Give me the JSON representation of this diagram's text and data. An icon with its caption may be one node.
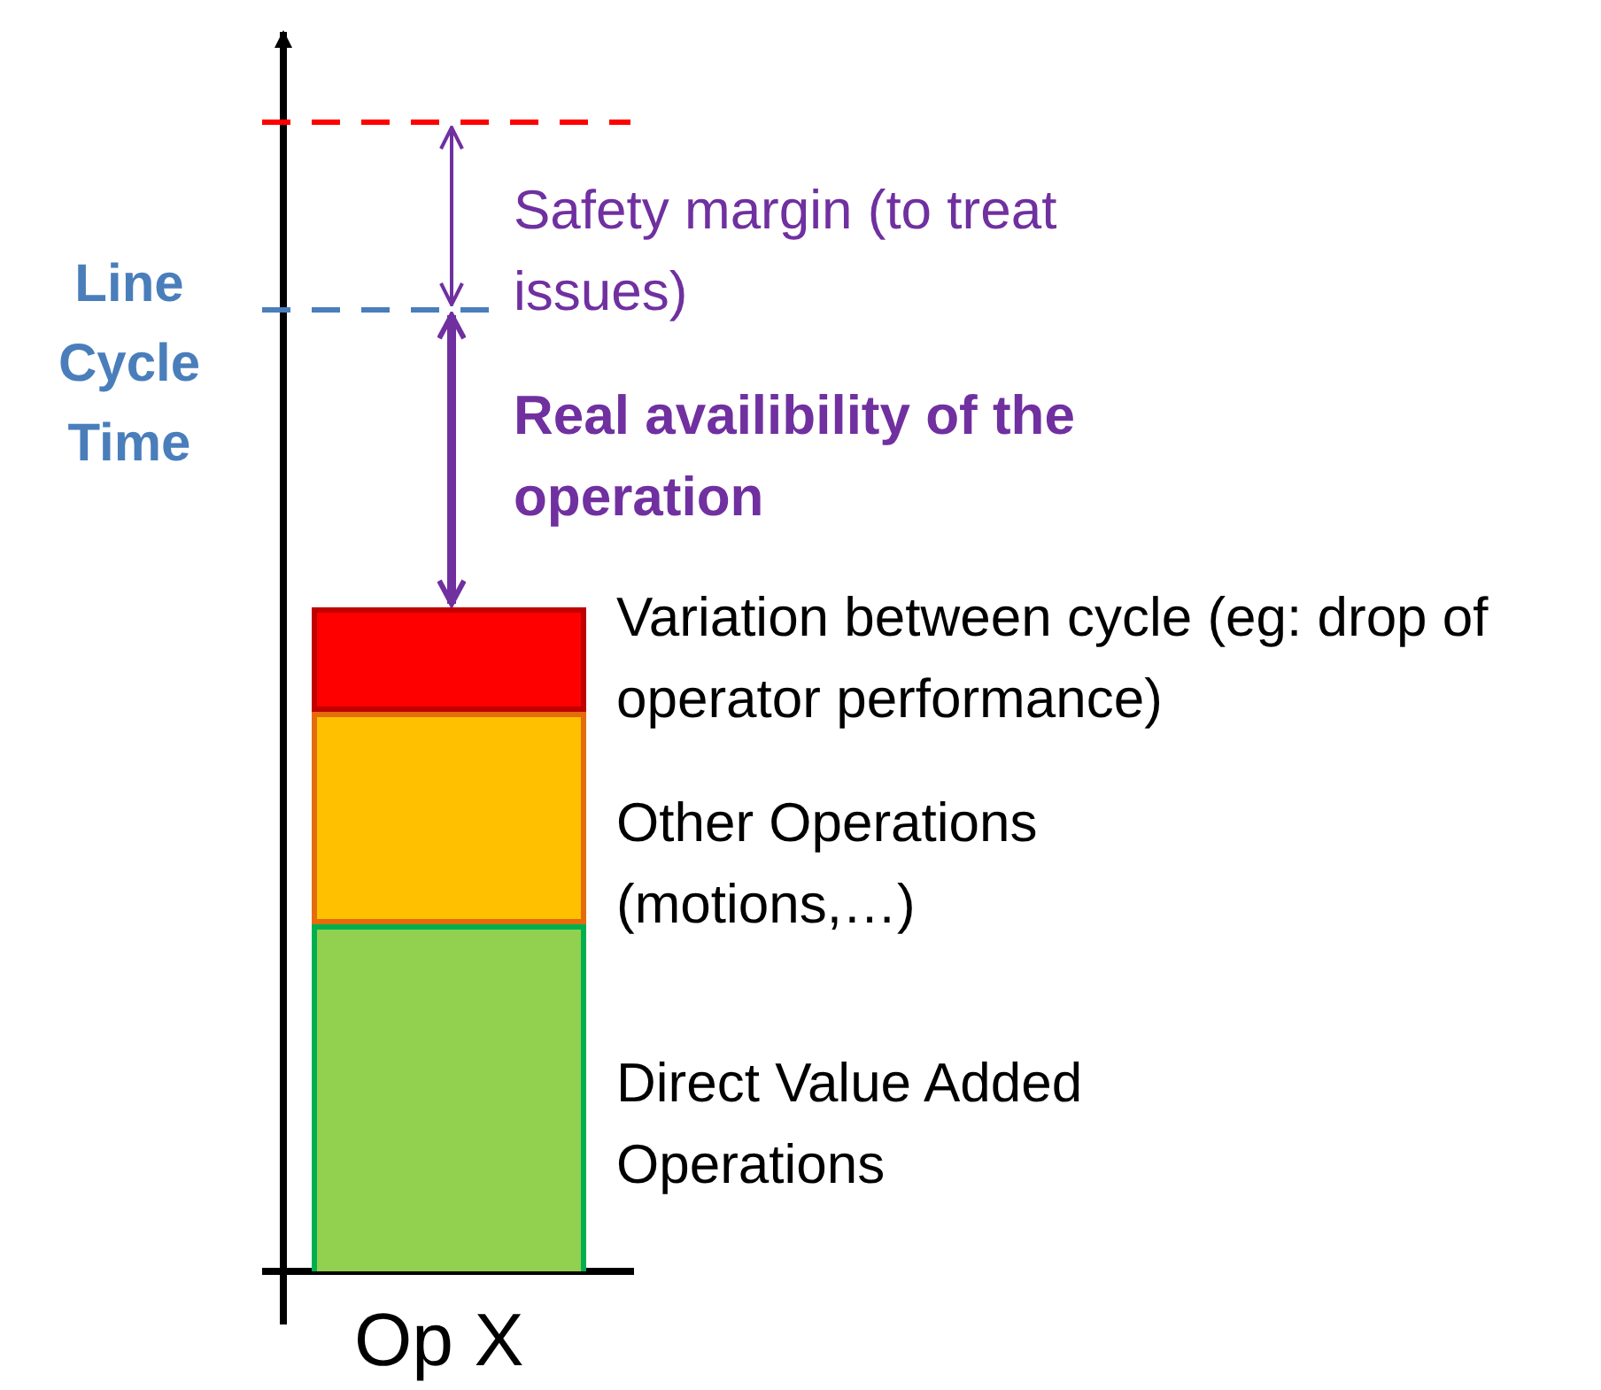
{
  "diagram": {
    "nodes": [
      {
        "text": [],
        "shape": "bar",
        "beside": [
          "Variation between cycle (eg: drop of operator performance)"
        ]
      },
      {
        "text": [],
        "shape": "bar",
        "beside": [
          "Other Operations (motions,…)"
        ]
      },
      {
        "text": [],
        "shape": "bar",
        "beside": [
          "Direct Value Added Operations"
        ]
      }
    ],
    "labels": [
      "Line Cycle Time",
      "Safety margin (to treat issues)",
      "Real availibility of the operation",
      "Op X"
    ]
  }
}
